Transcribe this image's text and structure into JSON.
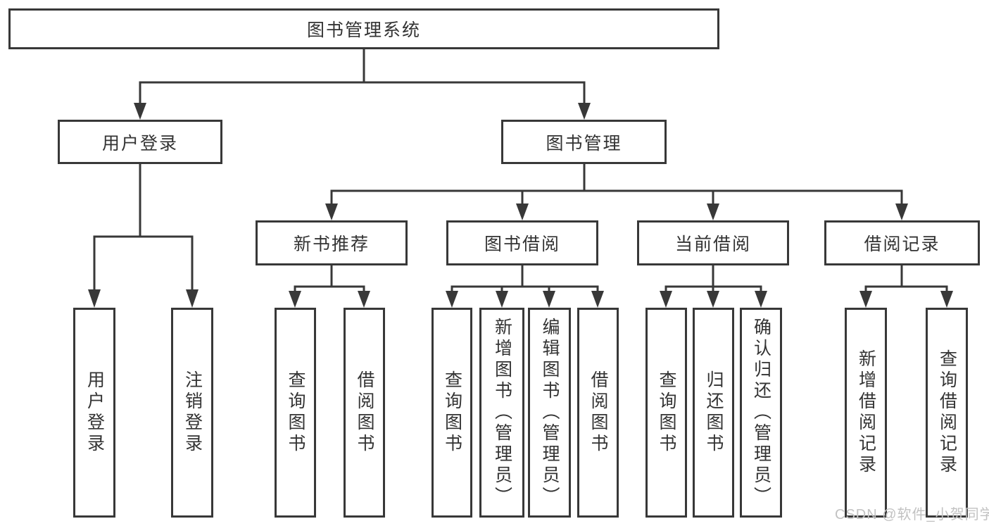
{
  "diagram": {
    "root_label": "图书管理系统",
    "branches": [
      {
        "id": "user-login",
        "label": "用户登录",
        "children": [
          "用户登录",
          "注销登录"
        ]
      },
      {
        "id": "book-management",
        "label": "图书管理",
        "sections": [
          {
            "id": "new-book-recommend",
            "label": "新书推荐",
            "children": [
              "查询图书",
              "借阅图书"
            ]
          },
          {
            "id": "book-borrow",
            "label": "图书借阅",
            "children": [
              "查询图书",
              "新增图书（管理员）",
              "编辑图书（管理员）",
              "借阅图书"
            ]
          },
          {
            "id": "current-borrow",
            "label": "当前借阅",
            "children": [
              "查询图书",
              "归还图书",
              "确认归还（管理员）"
            ]
          },
          {
            "id": "borrow-records",
            "label": "借阅记录",
            "children": [
              "新增借阅记录",
              "查询借阅记录"
            ]
          }
        ]
      }
    ],
    "colors": {
      "line": "#383838",
      "box_border": "#383838",
      "box_fill": "#ffffff",
      "text": "#333333",
      "watermark": "#c2c2c2"
    }
  },
  "watermark": {
    "text": "CSDN @软件_小贺同学"
  }
}
